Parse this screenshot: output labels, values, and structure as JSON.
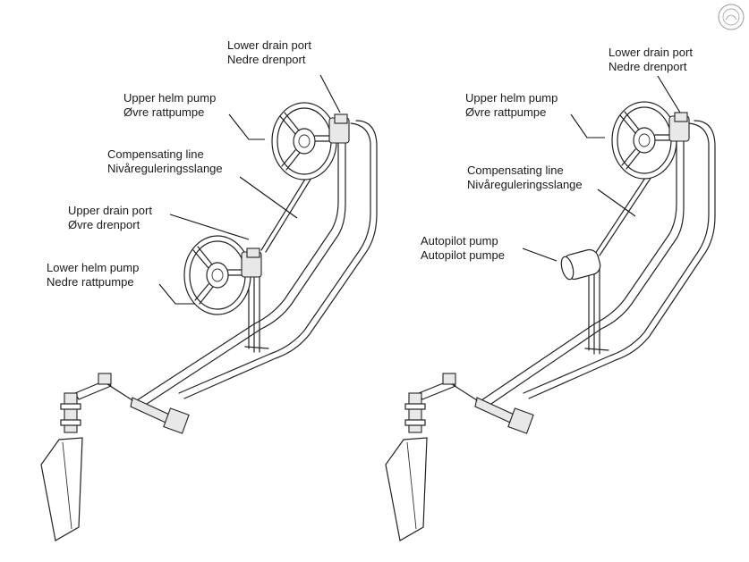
{
  "left": {
    "lower_drain_port": {
      "en": "Lower drain port",
      "no": "Nedre drenport"
    },
    "upper_helm_pump": {
      "en": "Upper helm pump",
      "no": "Øvre rattpumpe"
    },
    "compensating_line": {
      "en": "Compensating line",
      "no": "Nivåreguleringsslange"
    },
    "upper_drain_port": {
      "en": "Upper drain port",
      "no": "Øvre drenport"
    },
    "lower_helm_pump": {
      "en": "Lower helm pump",
      "no": "Nedre rattpumpe"
    }
  },
  "right": {
    "lower_drain_port": {
      "en": "Lower drain port",
      "no": "Nedre drenport"
    },
    "upper_helm_pump": {
      "en": "Upper helm pump",
      "no": "Øvre rattpumpe"
    },
    "compensating_line": {
      "en": "Compensating line",
      "no": "Nivåreguleringsslange"
    },
    "autopilot_pump": {
      "en": "Autopilot pump",
      "no": "Autopilot pumpe"
    }
  },
  "colors": {
    "ink": "#222222",
    "background": "#ffffff"
  },
  "icons": {
    "corner_seal": "circular-stamp-icon"
  }
}
